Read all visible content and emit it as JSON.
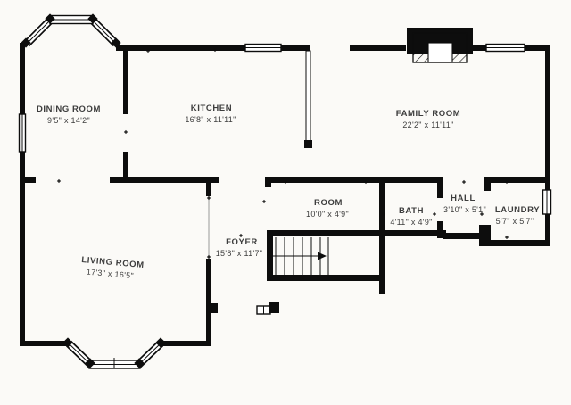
{
  "colors": {
    "background": "#fbfaf7",
    "walls": "#0d0d0d",
    "text": "#3d3d3d"
  },
  "rooms": [
    {
      "id": "dining",
      "name": "DINING ROOM",
      "dims": "9'5\" x 14'2\""
    },
    {
      "id": "kitchen",
      "name": "KITCHEN",
      "dims": "16'8\" x 11'11\""
    },
    {
      "id": "family",
      "name": "FAMILY ROOM",
      "dims": "22'2\" x 11'11\""
    },
    {
      "id": "room",
      "name": "ROOM",
      "dims": "10'0\" x 4'9\""
    },
    {
      "id": "bath",
      "name": "BATH",
      "dims": "4'11\" x 4'9\""
    },
    {
      "id": "hall",
      "name": "HALL",
      "dims": "3'10\" x 5'1\""
    },
    {
      "id": "laundry",
      "name": "LAUNDRY",
      "dims": "5'7\" x 5'7\""
    },
    {
      "id": "foyer",
      "name": "FOYER",
      "dims": "15'8\" x 11'7\""
    },
    {
      "id": "living",
      "name": "LIVING ROOM",
      "dims": "17'3\" x 16'5\""
    }
  ],
  "icons": {
    "stairs": "stairs-up-arrow",
    "fireplace": "fireplace-hatched",
    "front_door": "front-door",
    "window": "double-line-window"
  }
}
